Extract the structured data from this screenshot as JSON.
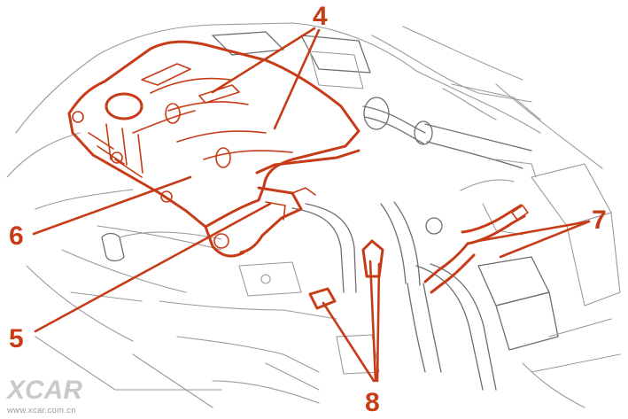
{
  "diagram": {
    "callouts": [
      {
        "id": "callout-4",
        "label": "4"
      },
      {
        "id": "callout-6",
        "label": "6"
      },
      {
        "id": "callout-5",
        "label": "5"
      },
      {
        "id": "callout-7",
        "label": "7"
      },
      {
        "id": "callout-8",
        "label": "8"
      }
    ],
    "colors": {
      "callout": "#c73c17",
      "linework": "#9a9a9a",
      "background": "#ffffff"
    }
  },
  "watermark": {
    "logo": "XCAR",
    "url": "www.xcar.com.cn"
  }
}
